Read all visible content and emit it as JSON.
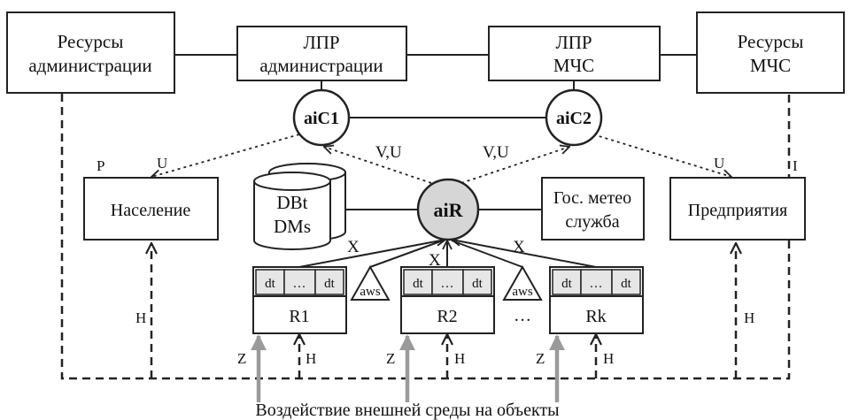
{
  "boxes": {
    "res_admin": {
      "line1": "Ресурсы",
      "line2": "администрации"
    },
    "lpr_admin": {
      "line1": "ЛПР",
      "line2": "администрации"
    },
    "lpr_mchs": {
      "line1": "ЛПР",
      "line2": "МЧС"
    },
    "res_mchs": {
      "line1": "Ресурсы",
      "line2": "МЧС"
    },
    "population": "Население",
    "enterprises": "Предприятия",
    "meteo": {
      "line1": "Гос. метео",
      "line2": "служба"
    },
    "db": {
      "line1": "DBt",
      "line2": "DMs"
    }
  },
  "nodes": {
    "aic1": "aiC1",
    "aic2": "aiC2",
    "air": "aiR"
  },
  "recorders": [
    {
      "label": "R1",
      "cells": [
        "dt",
        "…",
        "dt"
      ]
    },
    {
      "label": "R2",
      "cells": [
        "dt",
        "…",
        "dt"
      ]
    },
    {
      "label": "Rk",
      "cells": [
        "dt",
        "…",
        "dt"
      ]
    }
  ],
  "ellipsis": "…",
  "aws": "aws",
  "edge_labels": {
    "p": "P",
    "u": "U",
    "i": "I",
    "vu": "V,U",
    "x": "X",
    "h": "H",
    "z": "Z"
  },
  "caption": "Воздействие внешней среды на объекты"
}
